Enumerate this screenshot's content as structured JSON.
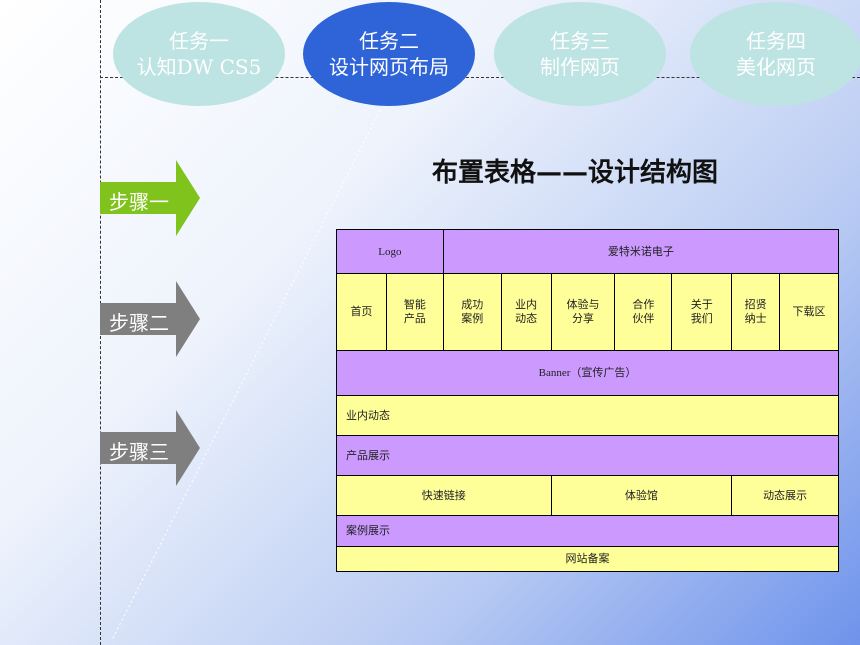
{
  "tasks": [
    {
      "line1": "任务一",
      "line2": "认知DW CS5"
    },
    {
      "line1": "任务二",
      "line2": "设计网页布局"
    },
    {
      "line1": "任务三",
      "line2": "制作网页"
    },
    {
      "line1": "任务四",
      "line2": "美化网页"
    }
  ],
  "steps": [
    "步骤一",
    "步骤二",
    "步骤三"
  ],
  "heading": "布置表格——设计结构图",
  "colors": {
    "active_task": "#2f63d8",
    "inactive_task": "#bde3e3",
    "step_active": "#7fc31c",
    "step_inactive": "#7f7f7f",
    "cell_purple": "#cc99ff",
    "cell_yellow": "#ffff99"
  },
  "table": {
    "logo": "Logo",
    "site_name": "爱特米诺电子",
    "nav": [
      {
        "l1": "首页",
        "l2": ""
      },
      {
        "l1": "智能",
        "l2": "产品"
      },
      {
        "l1": "成功",
        "l2": "案例"
      },
      {
        "l1": "业内",
        "l2": "动态"
      },
      {
        "l1": "体验与",
        "l2": "分享"
      },
      {
        "l1": "合作",
        "l2": "伙伴"
      },
      {
        "l1": "关于",
        "l2": "我们"
      },
      {
        "l1": "招贤",
        "l2": "纳士"
      },
      {
        "l1": "下载区",
        "l2": ""
      }
    ],
    "banner": "Banner（宣传广告）",
    "news": "业内动态",
    "products": "产品展示",
    "quick_links": "快速链接",
    "experience": "体验馆",
    "dynamic_show": "动态展示",
    "cases": "案例展示",
    "footer": "网站备案"
  }
}
